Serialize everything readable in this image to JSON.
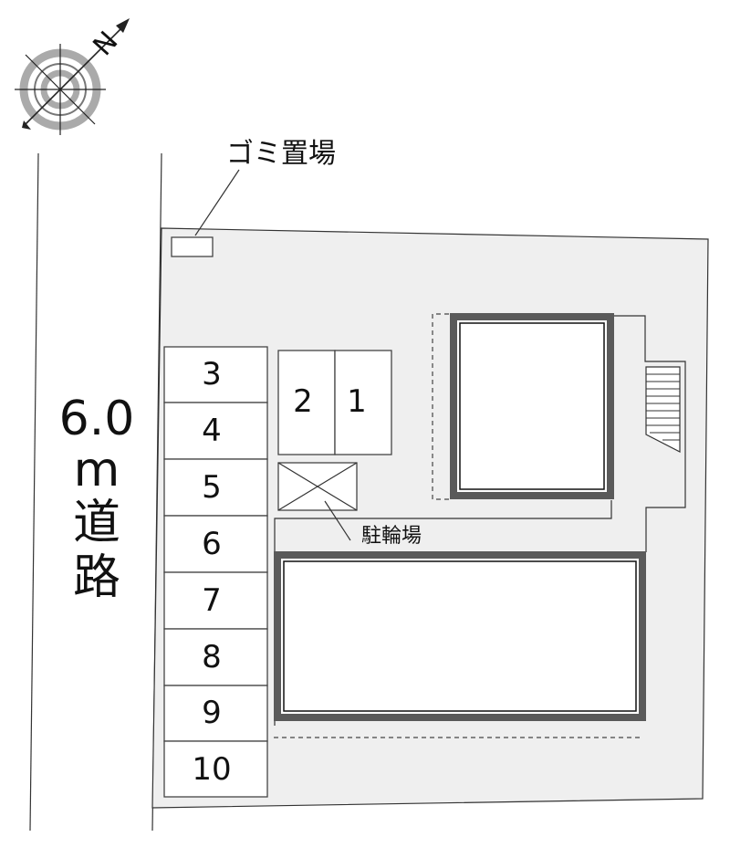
{
  "compass": {
    "north_label": "N",
    "icon": "compass-rose-icon"
  },
  "road": {
    "width_label": "6.0",
    "unit_label": "m",
    "name_char_1": "道",
    "name_char_2": "路"
  },
  "labels": {
    "garbage": "ゴミ置場",
    "bicycle": "駐輪場"
  },
  "parking": {
    "left_column": [
      "3",
      "4",
      "5",
      "6",
      "7",
      "8",
      "9",
      "10"
    ],
    "top_block": [
      "2",
      "1"
    ]
  },
  "colors": {
    "site_fill": "#efefef",
    "building_outline": "#5a5a5a"
  }
}
